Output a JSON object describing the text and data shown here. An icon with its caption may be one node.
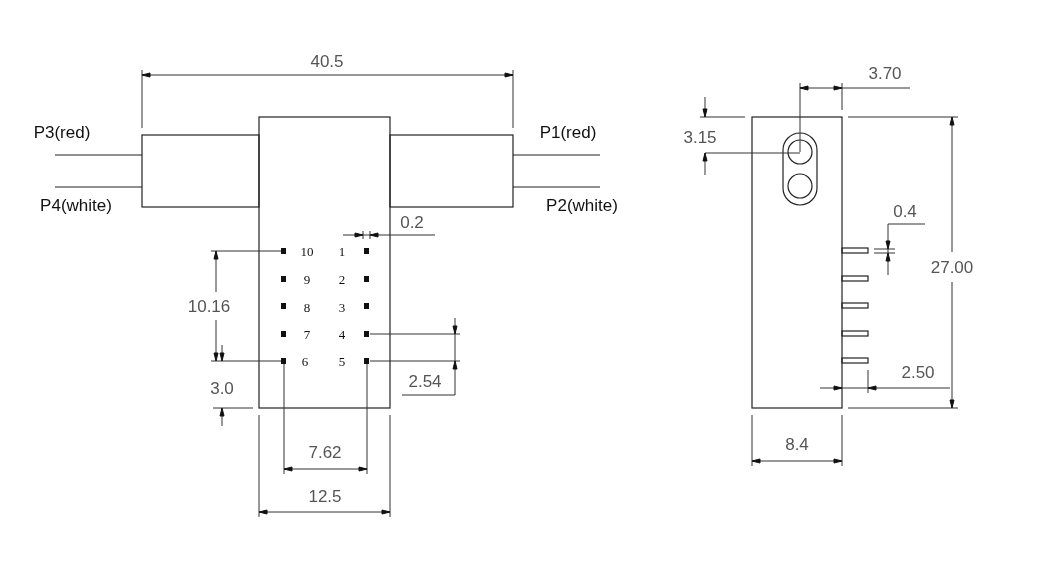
{
  "diagram": {
    "labels": [
      "40.5",
      "P3(red)",
      "P1(red)",
      "P4(white)",
      "P2(white)",
      "0.2",
      "10",
      "1",
      "9",
      "2",
      "8",
      "3",
      "7",
      "4",
      "10.16",
      "6",
      "5",
      "2.54",
      "3.0",
      "7.62",
      "12.5",
      "3.70",
      "3.15",
      "0.4",
      "27.00",
      "2.50",
      "8.4"
    ]
  }
}
